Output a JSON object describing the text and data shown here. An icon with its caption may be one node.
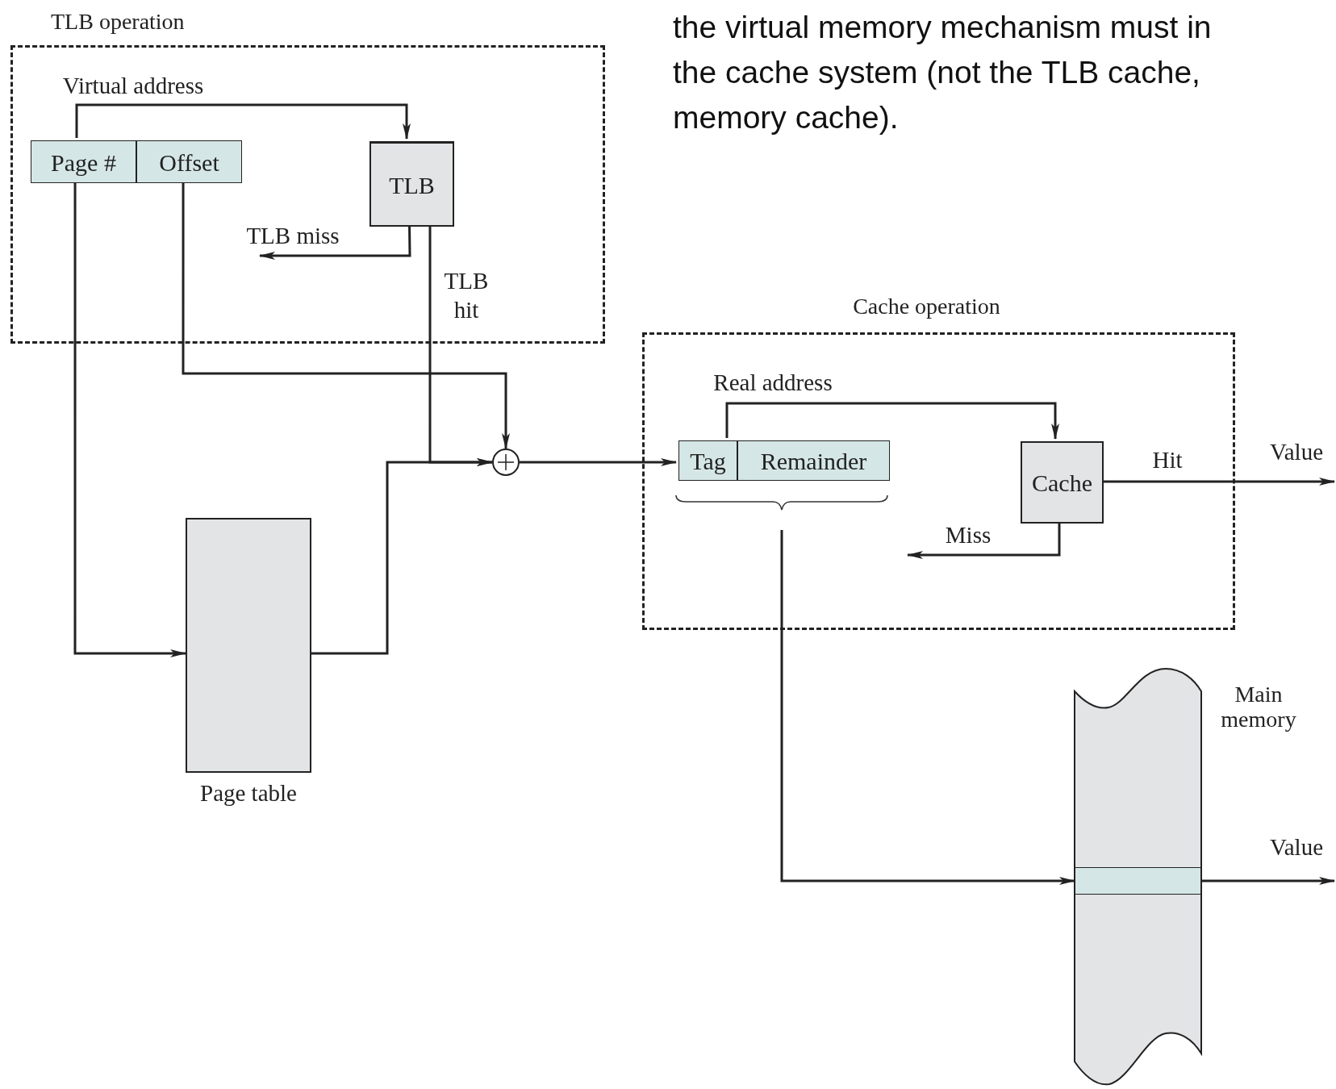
{
  "diagram": {
    "nodes": [
      {
        "text": [
          "TLB operation"
        ]
      },
      {
        "text": [
          "Page #"
        ],
        "in": 0
      },
      {
        "text": [
          "Offset"
        ],
        "in": 0
      },
      {
        "text": [
          "TLB"
        ],
        "in": 0
      },
      {
        "text": [],
        "shape": "box",
        "beside": [
          "Page table"
        ]
      },
      {
        "text": [],
        "shape": "circle"
      },
      {
        "text": [
          "Cache operation"
        ]
      },
      {
        "text": [
          "Tag"
        ],
        "in": 6
      },
      {
        "text": [
          "Remainder"
        ],
        "in": 6
      },
      {
        "text": [
          "Cache"
        ],
        "in": 6
      },
      {
        "text": [
          "Main memory"
        ]
      },
      {
        "text": [],
        "shape": "bar",
        "in": 10
      },
      {
        "text": [
          "Value"
        ]
      },
      {
        "text": [
          "Value"
        ]
      }
    ],
    "edges": [
      {
        "from": 1,
        "to": 3,
        "arrow": "to",
        "label": "Virtual address"
      },
      {
        "from": 3,
        "to": null,
        "arrow": "to",
        "label": "TLB miss"
      },
      {
        "from": 3,
        "to": 5,
        "arrow": "to",
        "label": "TLB hit"
      },
      {
        "from": 2,
        "to": 5,
        "arrow": "to"
      },
      {
        "from": 1,
        "to": 4,
        "arrow": "to"
      },
      {
        "from": 4,
        "to": 5,
        "arrow": "to"
      },
      {
        "from": 5,
        "to": 7,
        "arrow": "to"
      },
      {
        "from": 7,
        "to": 9,
        "arrow": "to",
        "label": "Real address"
      },
      {
        "from": 9,
        "to": null,
        "arrow": "to",
        "label": "Miss"
      },
      {
        "from": 9,
        "to": 12,
        "arrow": "to",
        "label": "Hit"
      },
      {
        "from": null,
        "to": 11,
        "arrow": "to"
      },
      {
        "from": 11,
        "to": 13,
        "arrow": "to"
      }
    ],
    "labels": [
      "the virtual memory mechanism must in",
      "the cache system (not the TLB cache,",
      "memory cache)."
    ]
  }
}
